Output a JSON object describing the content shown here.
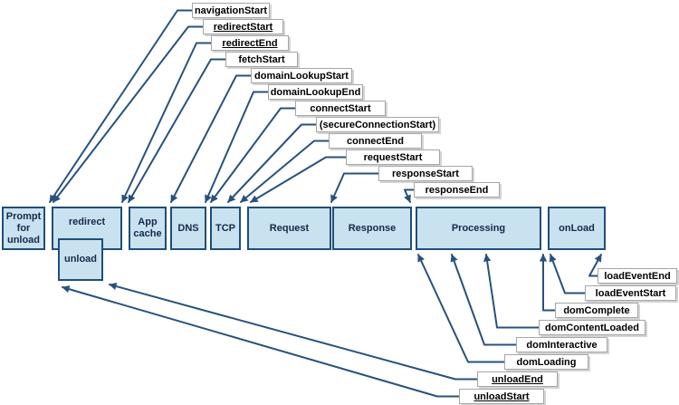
{
  "colors": {
    "box_fill": "#C9E2EF",
    "box_border": "#1F4E79",
    "line_color": "#27517F",
    "label_border": "#A6A6A6",
    "box_text": "#15294B",
    "label_text": "#000000",
    "background": "#FFFFFF"
  },
  "timeline": {
    "boxes": [
      {
        "id": "prompt",
        "label": "Prompt for unload"
      },
      {
        "id": "redirect",
        "label": "redirect"
      },
      {
        "id": "unload",
        "label": "unload"
      },
      {
        "id": "appcache",
        "label": "App cache"
      },
      {
        "id": "dns",
        "label": "DNS"
      },
      {
        "id": "tcp",
        "label": "TCP"
      },
      {
        "id": "request",
        "label": "Request"
      },
      {
        "id": "response",
        "label": "Response"
      },
      {
        "id": "processing",
        "label": "Processing"
      },
      {
        "id": "onload",
        "label": "onLoad"
      }
    ]
  },
  "top_labels": [
    {
      "id": "navigationStart",
      "label": "navigationStart",
      "underline": false
    },
    {
      "id": "redirectStart",
      "label": "redirectStart",
      "underline": true
    },
    {
      "id": "redirectEnd",
      "label": "redirectEnd",
      "underline": true
    },
    {
      "id": "fetchStart",
      "label": "fetchStart",
      "underline": false
    },
    {
      "id": "domainLookupStart",
      "label": "domainLookupStart",
      "underline": false
    },
    {
      "id": "domainLookupEnd",
      "label": "domainLookupEnd",
      "underline": false
    },
    {
      "id": "connectStart",
      "label": "connectStart",
      "underline": false
    },
    {
      "id": "secureConnectionStart",
      "label": "(secureConnectionStart)",
      "underline": false
    },
    {
      "id": "connectEnd",
      "label": "connectEnd",
      "underline": false
    },
    {
      "id": "requestStart",
      "label": "requestStart",
      "underline": false
    },
    {
      "id": "responseStart",
      "label": "responseStart",
      "underline": false
    },
    {
      "id": "responseEnd",
      "label": "responseEnd",
      "underline": false
    }
  ],
  "bottom_labels": [
    {
      "id": "loadEventEnd",
      "label": "loadEventEnd",
      "underline": false
    },
    {
      "id": "loadEventStart",
      "label": "loadEventStart",
      "underline": false
    },
    {
      "id": "domComplete",
      "label": "domComplete",
      "underline": false
    },
    {
      "id": "domContentLoaded",
      "label": "domContentLoaded",
      "underline": false
    },
    {
      "id": "domInteractive",
      "label": "domInteractive",
      "underline": false
    },
    {
      "id": "domLoading",
      "label": "domLoading",
      "underline": false
    },
    {
      "id": "unloadEnd",
      "label": "unloadEnd",
      "underline": true
    },
    {
      "id": "unloadStart",
      "label": "unloadStart",
      "underline": true
    }
  ]
}
